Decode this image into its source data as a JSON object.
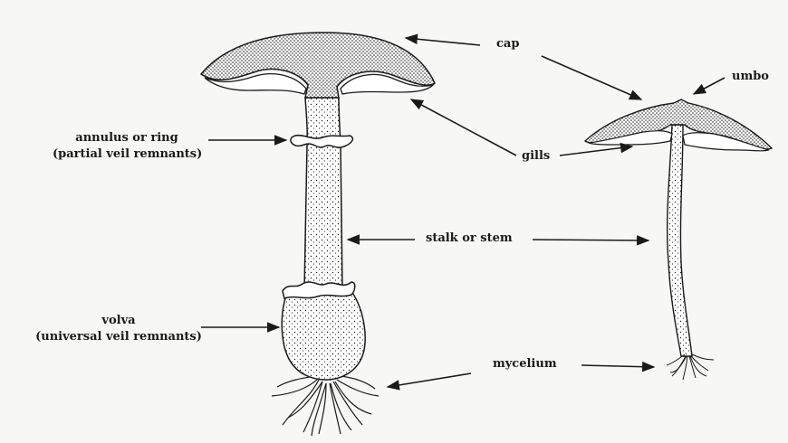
{
  "diagram": {
    "labels": {
      "cap": "cap",
      "umbo": "umbo",
      "annulus_line1": "annulus or ring",
      "annulus_line2": "(partial veil remnants)",
      "gills": "gills",
      "stalk": "stalk or stem",
      "volva_line1": "volva",
      "volva_line2": "(universal veil remnants)",
      "mycelium": "mycelium"
    },
    "colors": {
      "background": "#f7f7f5",
      "ink": "#1a1a1a",
      "fill": "#ffffff"
    }
  }
}
